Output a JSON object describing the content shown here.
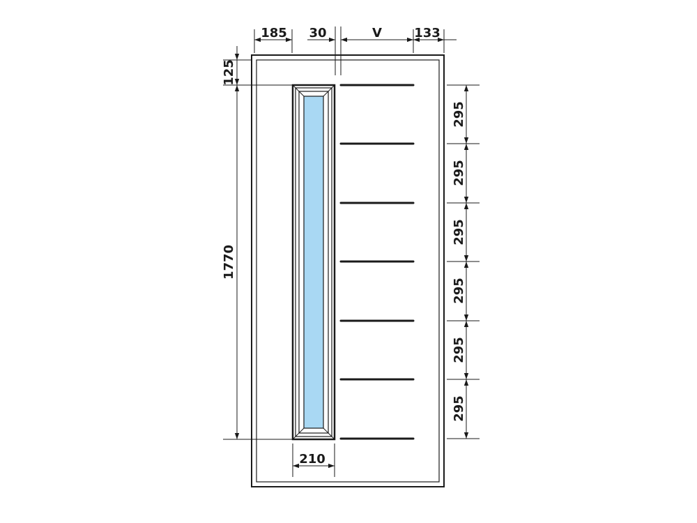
{
  "dimensions": {
    "top": {
      "left_margin": "185",
      "gap": "30",
      "groove_width": "V",
      "right_margin": "133"
    },
    "left": {
      "top_offset": "125",
      "glass_height": "1770"
    },
    "bottom": {
      "glass_width": "210"
    },
    "right": {
      "groove_spacing": [
        "295",
        "295",
        "295",
        "295",
        "295",
        "295"
      ]
    }
  },
  "colors": {
    "glass": "#a9d8f3",
    "line": "#1a1a1a"
  }
}
